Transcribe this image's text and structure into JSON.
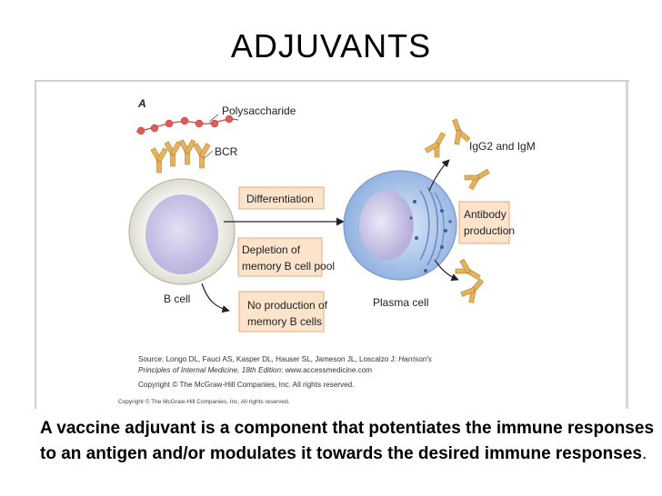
{
  "slide": {
    "title": "ADJUVANTS",
    "caption": "A vaccine adjuvant is a component that potentiates the immune responses to an antigen and/or modulates it towards the desired immune responses",
    "caption_end": "."
  },
  "figure": {
    "panel_letter": "A",
    "labels": {
      "polysaccharide": "Polysaccharide",
      "bcr": "BCR",
      "b_cell": "B cell",
      "plasma_cell": "Plasma cell",
      "igg2_igm": "IgG2 and IgM"
    },
    "boxes": {
      "differentiation": "Differentiation",
      "depletion_line1": "Depletion of",
      "depletion_line2": "memory B cell pool",
      "no_production_line1": "No production of",
      "no_production_line2": "memory B cells",
      "antibody_line1": "Antibody",
      "antibody_line2": "production"
    },
    "source": {
      "line1_plain": "Source: Longo DL, Fauci AS, Kasper DL, Hauser SL, Jameson JL, Loscalzo J: ",
      "line1_italic": "Harrison's",
      "line2_italic": "Principles of Internal Medicine, 18th Edition",
      "line2_plain": ": www.accessmedicine.com",
      "line3": "Copyright © The McGraw-Hill Companies, Inc. All rights reserved."
    },
    "copyright_footer": "Copyright © The McGraw-Hill Companies, Inc. All rights reserved.",
    "colors": {
      "box_fill": "#fbe3cc",
      "box_stroke": "#e8a978",
      "antibody": "#e6b35c",
      "bead": "#e15b57",
      "b_cell_nucleus": "#c7c3e6",
      "plasma_cell": "#a7c1e9"
    }
  }
}
